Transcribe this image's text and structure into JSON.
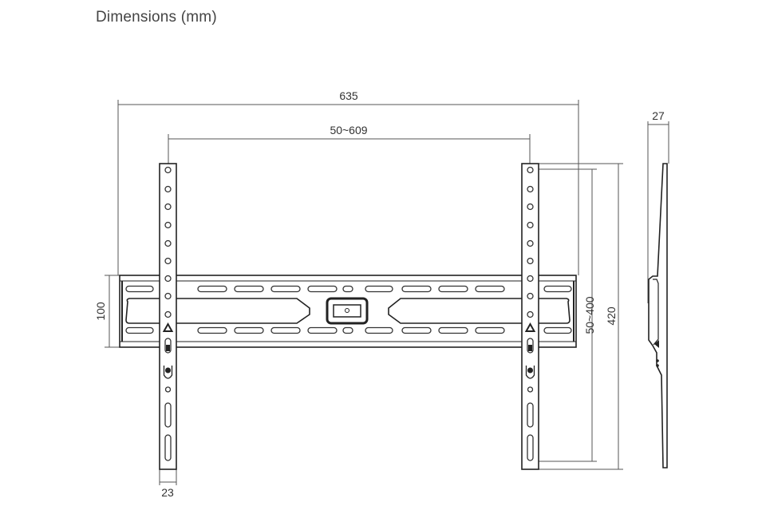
{
  "title": "Dimensions (mm)",
  "dimensions": {
    "overall_width": "635",
    "vesa_horizontal": "50~609",
    "bar_height": "100",
    "vesa_vertical": "50~400",
    "overall_height": "420",
    "depth": "27",
    "strip_width": "23"
  },
  "colors": {
    "line": "#222222",
    "text": "#333333"
  }
}
